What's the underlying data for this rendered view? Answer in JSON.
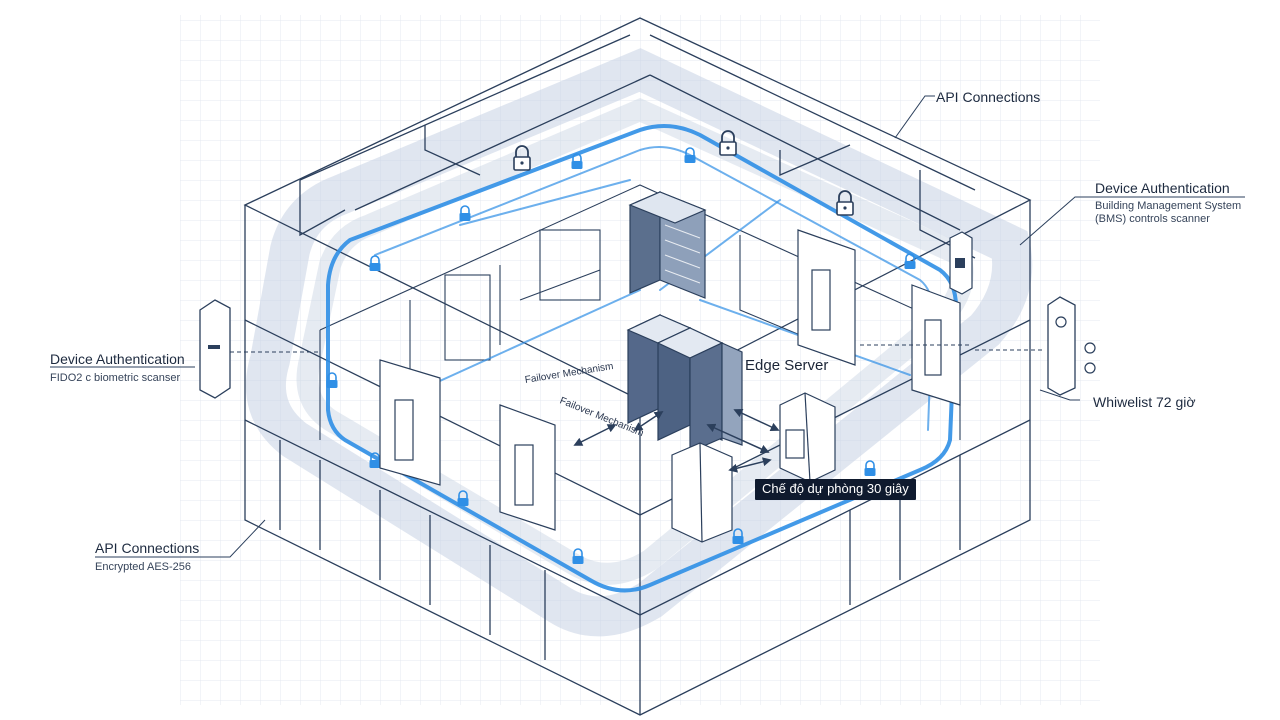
{
  "labels": {
    "api_top": "API Connections",
    "device_auth_right": "Device Authentication",
    "bms_line1": "Building Management System",
    "bms_line2": "(BMS) controls scanner",
    "device_auth_left": "Device Authentication",
    "fido2": "FIDO2 c biometric scanser",
    "whitelist": "Whiwelist 72 giờ",
    "edge_server": "Edge Server",
    "failover_1": "Failover Mechanism",
    "failover_2": "Failover Mechanism",
    "fallback_mode": "Chế độ dự phòng 30 giây",
    "api_bottom": "API Connections",
    "encrypted": "Encrypted AES-256"
  },
  "colors": {
    "line": "#2b3f5c",
    "grid": "#e4e9f1",
    "cable": "#2f8fe6",
    "halo": "#c7d2e3",
    "label_box": "#0f1a2e"
  },
  "icons": [
    "lock-icon",
    "server-rack-icon",
    "biometric-scanner-icon",
    "fingerprint-icon",
    "bidirectional-arrow-icon",
    "turnstile-gate-icon"
  ]
}
